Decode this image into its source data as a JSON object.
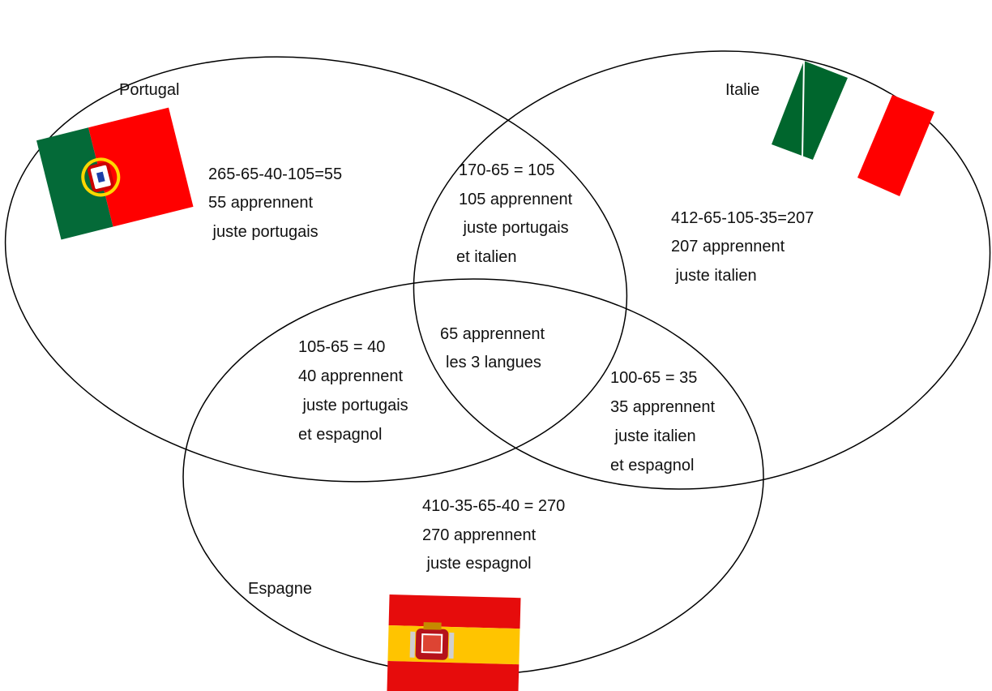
{
  "sets": {
    "portugal": "Portugal",
    "italie": "Italie",
    "espagne": "Espagne"
  },
  "regions": {
    "only_portugal": [
      "265-65-40-105=55",
      "55 apprennent",
      " juste portugais"
    ],
    "portugal_italie": [
      "170-65 = 105",
      "105 apprennent",
      " juste portugais",
      "et italien"
    ],
    "only_italie": [
      "412-65-105-35=207",
      "207 apprennent",
      " juste italien"
    ],
    "all_three": [
      "65 apprennent",
      "les 3 langues"
    ],
    "portugal_espagne": [
      "105-65 = 40",
      "40 apprennent",
      " juste portugais",
      "et espagnol"
    ],
    "italie_espagne": [
      "100-65 = 35",
      "35 apprennent",
      " juste italien",
      "et espagnol"
    ],
    "only_espagne": [
      "410-35-65-40 = 270",
      "270 apprennent",
      " juste espagnol"
    ]
  },
  "colors": {
    "outline": "#000000",
    "portugal_green": "#046a38",
    "portugal_red": "#ff0000",
    "italy_green": "#00662d",
    "italy_white": "#ffffff",
    "italy_red": "#ff0000",
    "spain_red": "#e60c0c",
    "spain_yellow": "#ffc400"
  },
  "icons": {
    "portugal_flag": "portugal-flag-icon",
    "italy_flag": "italy-flag-icon",
    "spain_flag": "spain-flag-icon"
  }
}
